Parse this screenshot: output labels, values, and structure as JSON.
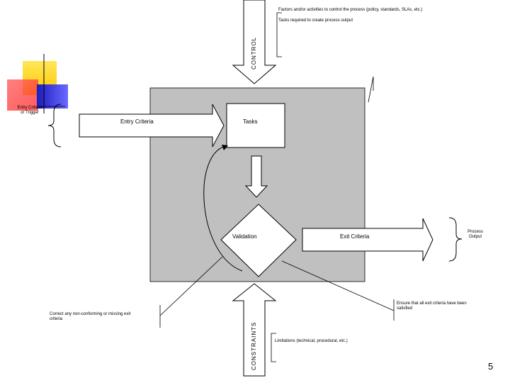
{
  "labels": {
    "control": "CONTROL",
    "constraints": "CONSTRAINTS",
    "control_note_1": "Factors and/or activities to control the process (policy, standards, SLAs, etc.)",
    "control_note_2": "Tasks required to create process output",
    "entry_trigger": "Entry Criteria or Trigger",
    "entry_criteria": "Entry Criteria",
    "tasks": "Tasks",
    "validation": "Validation",
    "exit_criteria": "Exit Criteria",
    "process_output": "Process Output",
    "correct_note": "Correct any non-conforming or missing exit criteria",
    "ensure_note": "Ensure that all exit criteria have been satisfied",
    "limitations_note": "Limitations (technical, procedural, etc.)",
    "page_number": "5"
  },
  "colors": {
    "process_box": "#c0c0c0",
    "deco_yellow": "#ffd700",
    "deco_red": "#ff3b3b",
    "deco_blue": "#2323c8",
    "line": "#000000"
  }
}
